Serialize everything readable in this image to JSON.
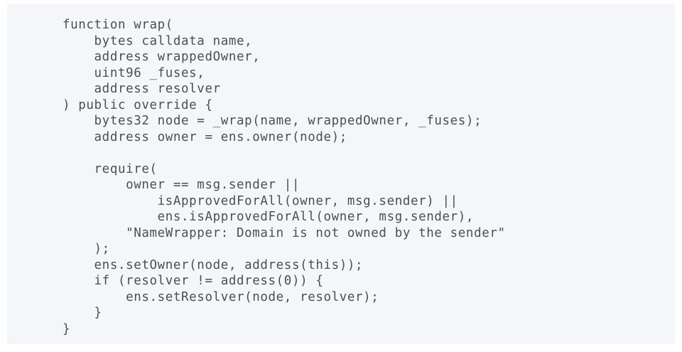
{
  "code": {
    "lines": [
      "function wrap(",
      "    bytes calldata name,",
      "    address wrappedOwner,",
      "    uint96 _fuses,",
      "    address resolver",
      ") public override {",
      "    bytes32 node = _wrap(name, wrappedOwner, _fuses);",
      "    address owner = ens.owner(node);",
      "",
      "    require(",
      "        owner == msg.sender ||",
      "            isApprovedForAll(owner, msg.sender) ||",
      "            ens.isApprovedForAll(owner, msg.sender),",
      "        \"NameWrapper: Domain is not owned by the sender\"",
      "    );",
      "    ens.setOwner(node, address(this));",
      "    if (resolver != address(0)) {",
      "        ens.setResolver(node, resolver);",
      "    }",
      "}"
    ]
  }
}
